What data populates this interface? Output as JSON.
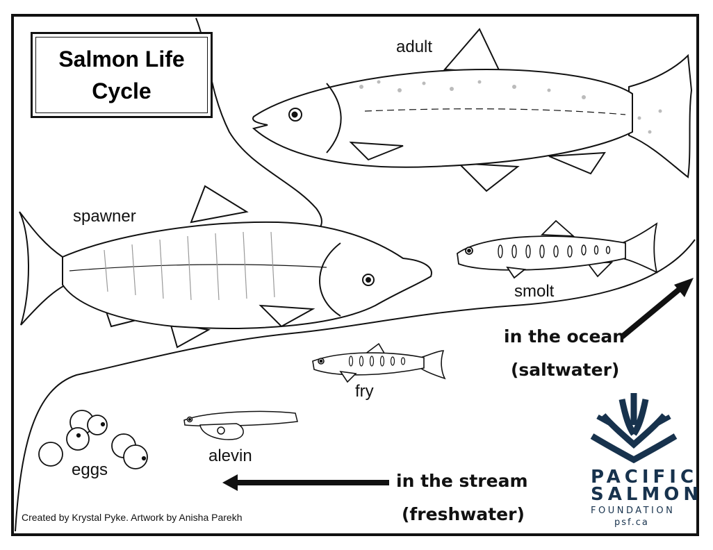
{
  "title": "Salmon Life Cycle",
  "labels": {
    "adult": "adult",
    "spawner": "spawner",
    "smolt": "smolt",
    "fry": "fry",
    "alevin": "alevin",
    "eggs": "eggs"
  },
  "habitats": {
    "ocean_line1": "in the ocean",
    "ocean_line2": "(saltwater)",
    "stream_line1": "in the stream",
    "stream_line2": "(freshwater)"
  },
  "credit": "Created by Krystal Pyke. Artwork by Anisha Parekh",
  "logo": {
    "line1": "PACIFIC",
    "line2": "SALMON",
    "line3": "FOUNDATION",
    "line4": "psf.ca",
    "color": "#17324d"
  }
}
